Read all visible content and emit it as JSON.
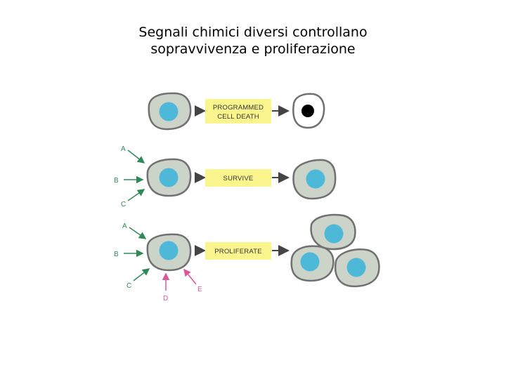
{
  "title": {
    "line1": "Segnali chimici diversi controllano",
    "line2": "sopravvivenza e proliferazione"
  },
  "rows": [
    {
      "box_lines": [
        "PROGRAMMED",
        "CELL DEATH"
      ],
      "signals": []
    },
    {
      "box_lines": [
        "SURVIVE"
      ],
      "signals": [
        "A",
        "B",
        "C"
      ]
    },
    {
      "box_lines": [
        "PROLIFERATE"
      ],
      "signals": [
        "A",
        "B",
        "C",
        "D",
        "E"
      ]
    }
  ],
  "colors": {
    "cell_fill": "#ccd3c8",
    "cell_stroke": "#707070",
    "nucleus": "#4db8d8",
    "box_fill": "#fbf58e",
    "green_signal": "#2e8b57",
    "pink_signal": "#e0559a",
    "dead_nucleus": "#000000"
  }
}
